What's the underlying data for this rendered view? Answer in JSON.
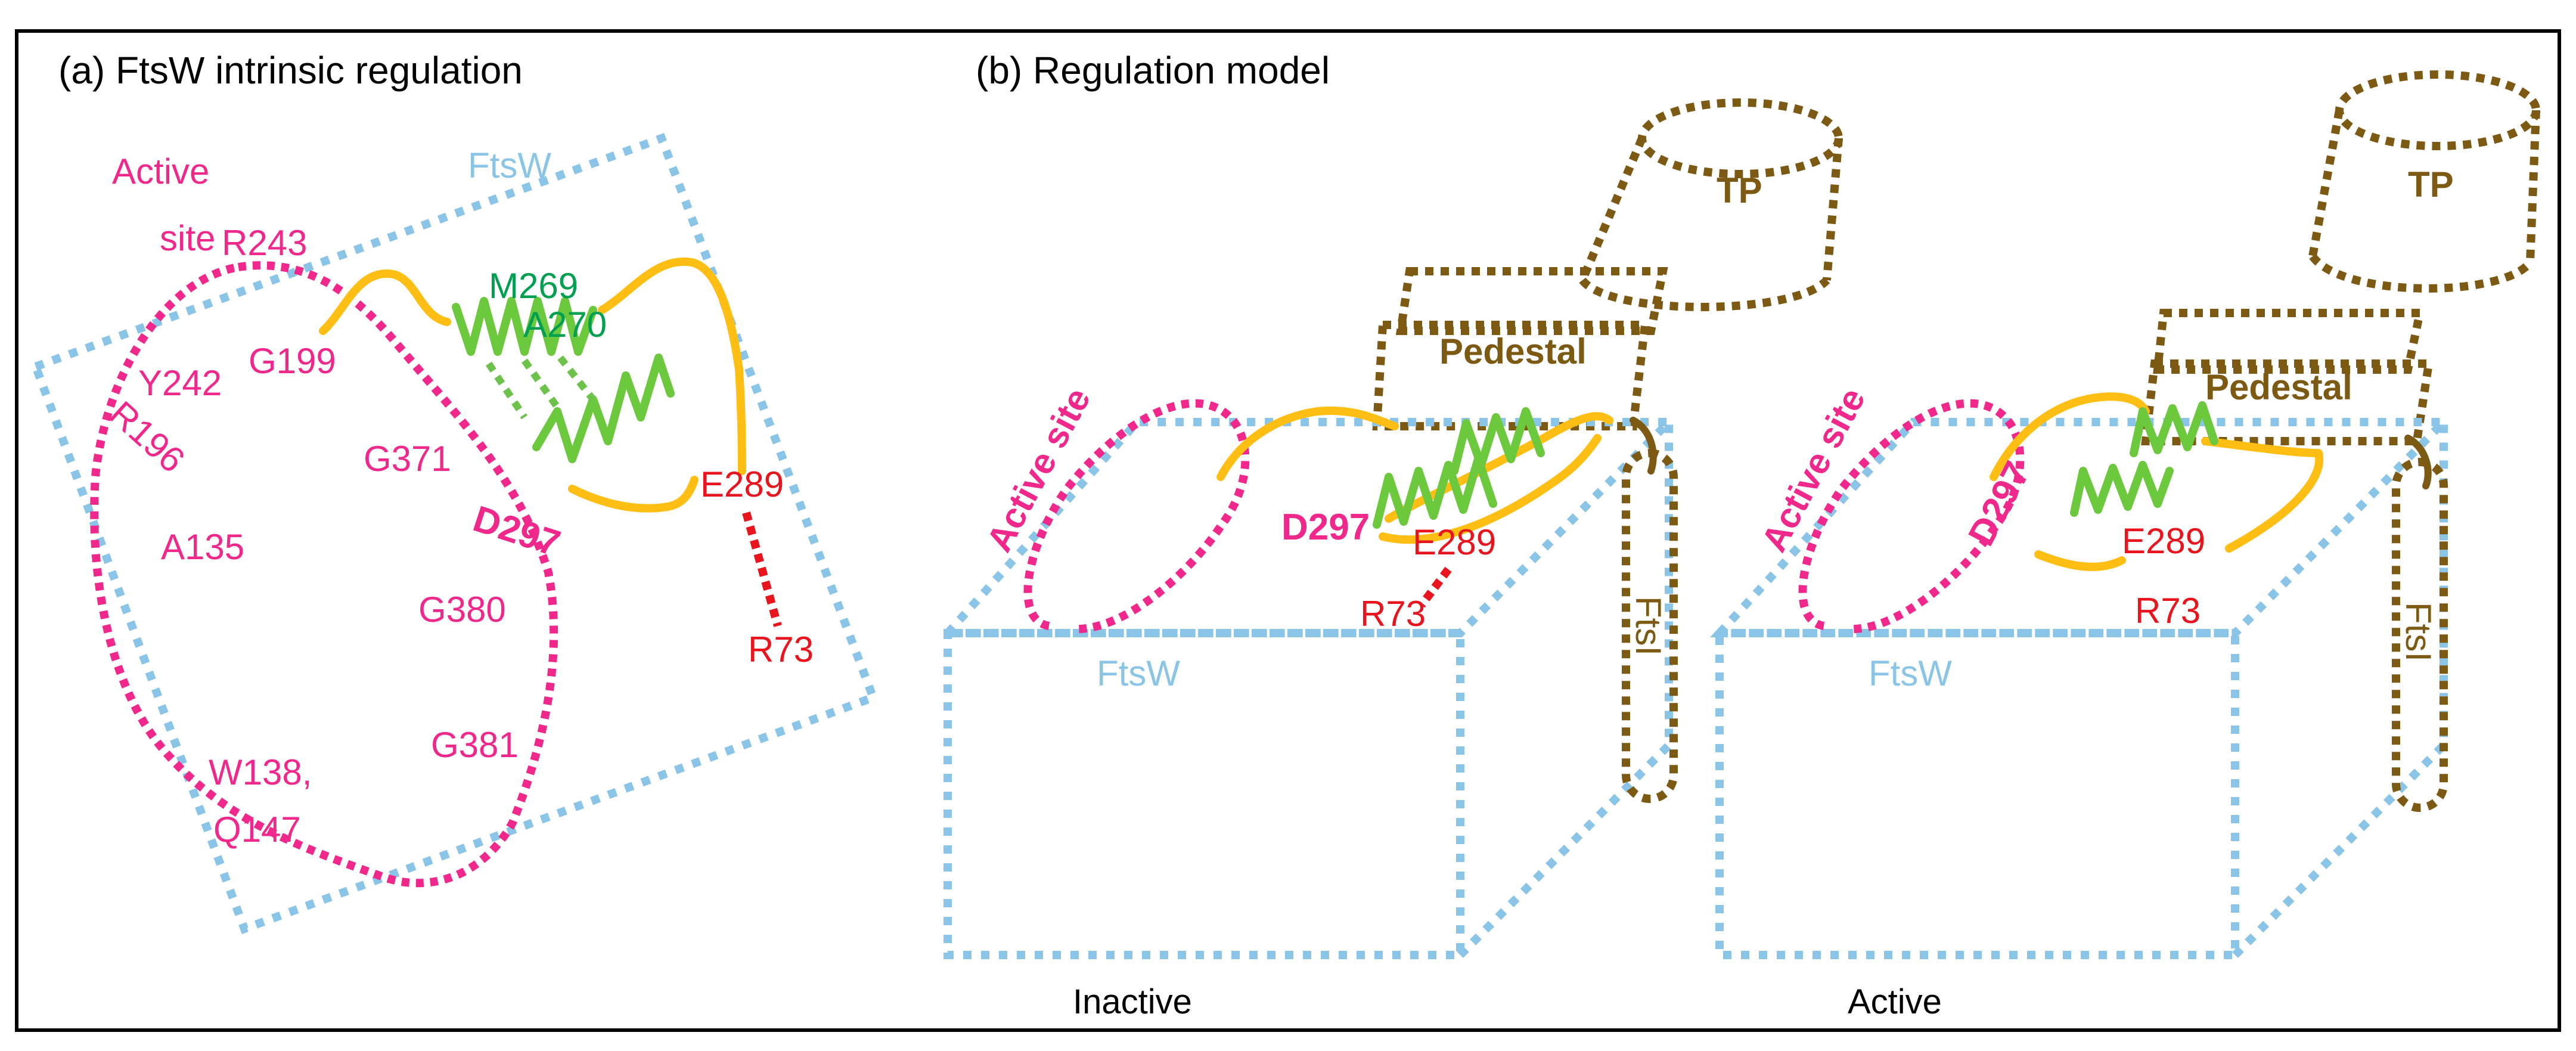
{
  "panel_a": {
    "title": "(a) FtsW intrinsic regulation",
    "ftsw_label": "FtsW",
    "active_site_line1": "Active",
    "active_site_line2": "site",
    "residues_pink": [
      "R243",
      "Y242",
      "G199",
      "R196",
      "G371",
      "A135",
      "G380",
      "G381",
      "W138,",
      "Q147"
    ],
    "residue_d297": "D297",
    "residues_green": [
      "M269",
      "A270"
    ],
    "residues_red": [
      "E289",
      "R73"
    ]
  },
  "panel_b": {
    "title": "(b) Regulation model",
    "inactive": {
      "tp": "TP",
      "pedestal": "Pedestal",
      "active_site": "Active site",
      "d297": "D297",
      "e289": "E289",
      "r73": "R73",
      "ftsw": "FtsW",
      "ftsi": "FtsI",
      "caption": "Inactive"
    },
    "active": {
      "tp": "TP",
      "pedestal": "Pedestal",
      "active_site": "Active site",
      "d297": "D297",
      "e289": "E289",
      "r73": "R73",
      "ftsw": "FtsW",
      "ftsi": "FtsI",
      "caption": "Active"
    }
  },
  "colors": {
    "ftsw_blue": "#8ac4e6",
    "active_site_pink": "#f0288c",
    "helix_green": "#6cc83c",
    "residue_green": "#00a050",
    "loop_yellow": "#ffbe14",
    "residue_red": "#e8141e",
    "ftsi_brown": "#7d5a14"
  }
}
